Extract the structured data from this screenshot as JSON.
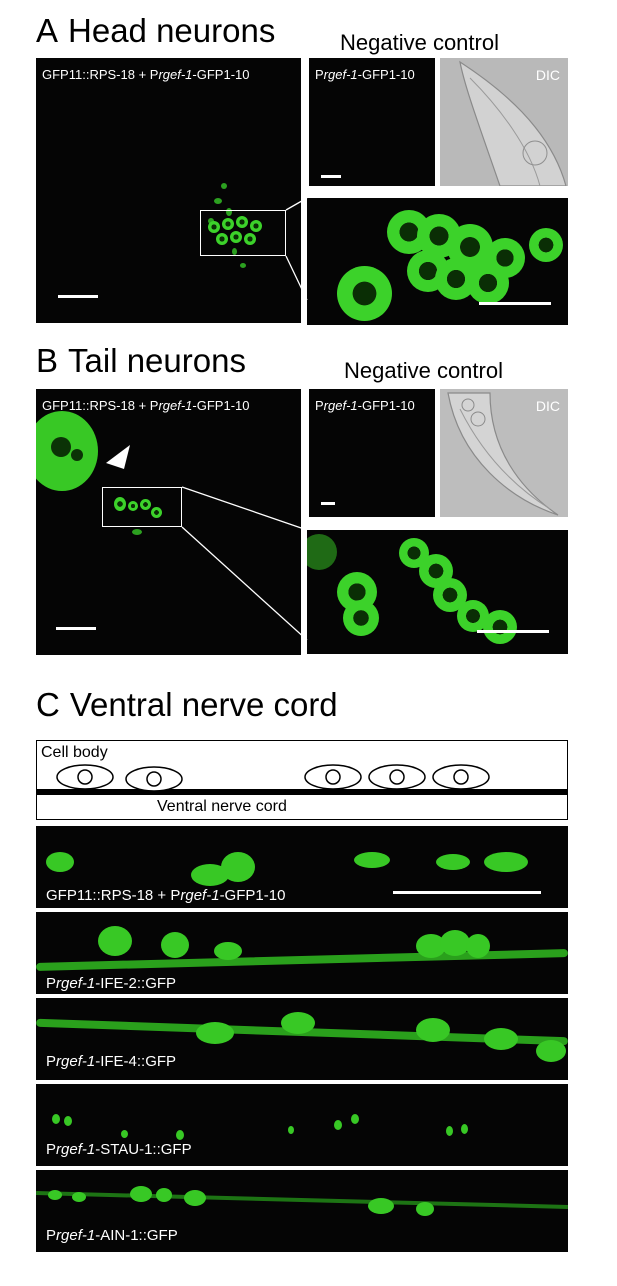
{
  "panel_a": {
    "letter": "A",
    "title": "Head neurons",
    "negative_control_title": "Negative control",
    "main_label_prefix": "GFP11::RPS-18 + P",
    "main_label_italic": "rgef-1",
    "main_label_suffix": "-GFP1-10",
    "control_label_prefix": "P",
    "control_label_italic": "rgef-1",
    "control_label_suffix": "-GFP1-10",
    "dic_label": "DIC"
  },
  "panel_b": {
    "letter": "B",
    "title": "Tail neurons",
    "negative_control_title": "Negative control",
    "main_label_prefix": "GFP11::RPS-18 + P",
    "main_label_italic": "rgef-1",
    "main_label_suffix": "-GFP1-10",
    "control_label_prefix": "P",
    "control_label_italic": "rgef-1",
    "control_label_suffix": "-GFP1-10",
    "dic_label": "DIC"
  },
  "panel_c": {
    "letter": "C",
    "title": "Ventral nerve cord",
    "schematic": {
      "cell_body_label": "Cell body",
      "nerve_cord_label": "Ventral nerve cord"
    },
    "strips": [
      {
        "prefix": "GFP11::RPS-18 + P",
        "italic": "rgef-1",
        "suffix": "-GFP1-10"
      },
      {
        "prefix": "P",
        "italic": "rgef-1",
        "suffix": "-IFE-2::GFP"
      },
      {
        "prefix": "P",
        "italic": "rgef-1",
        "suffix": "-IFE-4::GFP"
      },
      {
        "prefix": "P",
        "italic": "rgef-1",
        "suffix": "-STAU-1::GFP"
      },
      {
        "prefix": "P",
        "italic": "rgef-1",
        "suffix": "-AIN-1::GFP"
      }
    ]
  },
  "colors": {
    "gfp_green": "#3cd22a",
    "panel_background": "#050505",
    "dic_gray": "#b4b4b4"
  }
}
